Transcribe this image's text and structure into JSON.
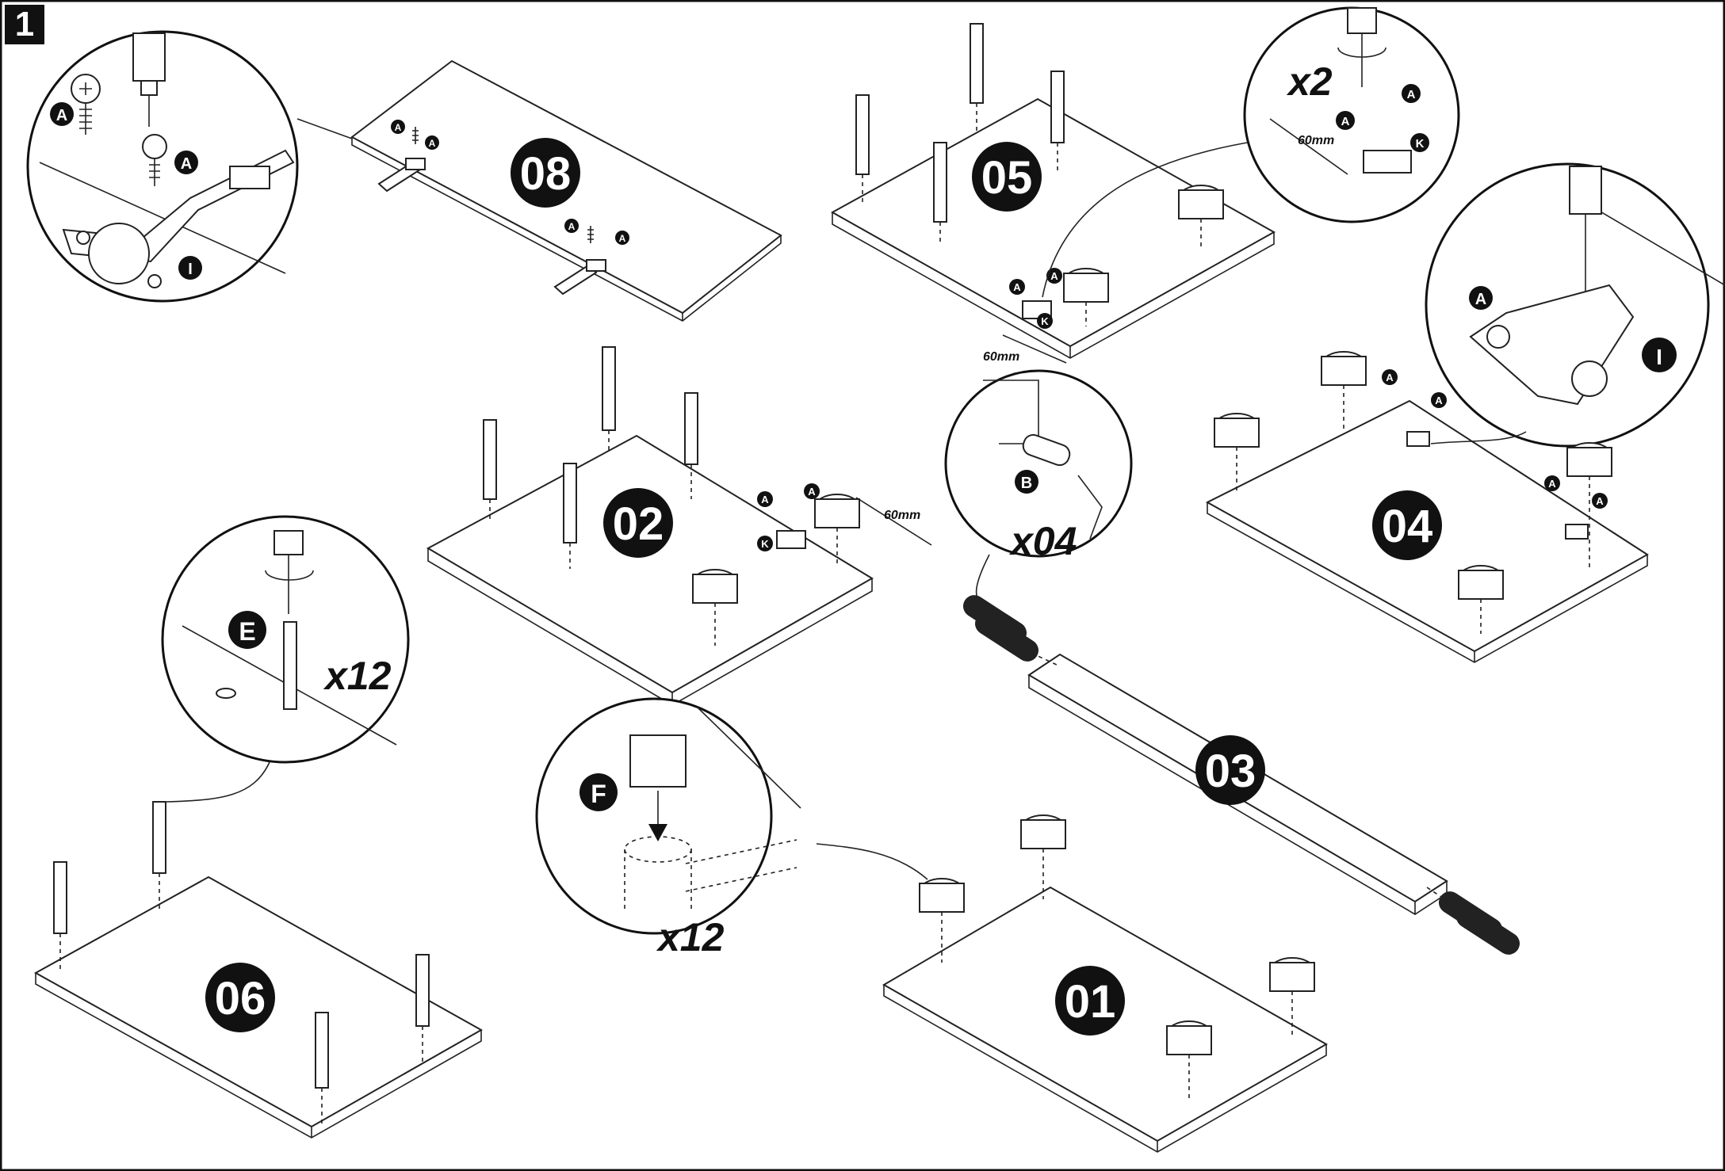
{
  "step": {
    "number": "1"
  },
  "panels": {
    "p01": "01",
    "p02": "02",
    "p03": "03",
    "p04": "04",
    "p05": "05",
    "p06": "06",
    "p08": "08"
  },
  "parts": {
    "A": "A",
    "B": "B",
    "E": "E",
    "F": "F",
    "I": "I",
    "K": "K"
  },
  "quantities": {
    "bracket_screws": "x2",
    "dowels": "x04",
    "cam_bolts": "x12",
    "cam_locks": "x12"
  },
  "measurements": {
    "offset_p05": "60mm",
    "offset_p05_detail": "60mm",
    "offset_p02": "60mm"
  },
  "colors": {
    "ink": "#111111",
    "paper": "#ffffff"
  }
}
